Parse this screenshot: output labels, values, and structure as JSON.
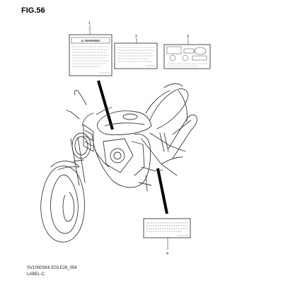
{
  "figure": {
    "title": "FIG.56"
  },
  "callouts": [
    {
      "number": "1",
      "label_heading": "⚠ WARNING"
    },
    {
      "number": "2"
    },
    {
      "number": "3"
    },
    {
      "number": "4"
    }
  ],
  "footer": {
    "code": "SV1000SK6 E03.E28_056",
    "name": "LABEL-C"
  }
}
